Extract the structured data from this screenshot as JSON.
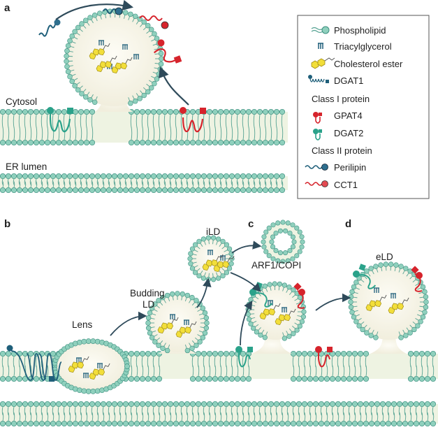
{
  "panels": {
    "a": "a",
    "b": "b",
    "c": "c",
    "d": "d"
  },
  "compartments": {
    "cytosol": "Cytosol",
    "er_lumen": "ER lumen"
  },
  "stages": {
    "lens": "Lens",
    "budding_1": "Budding",
    "budding_2": "LD",
    "ild": "iLD",
    "arf1_copi": "ARF1/COPI",
    "eld": "eLD"
  },
  "legend": {
    "items": [
      {
        "label": "Phospholipid",
        "icon": "phospholipid-icon"
      },
      {
        "label": "Triacylglycerol",
        "icon": "triacylglycerol-icon"
      },
      {
        "label": "Cholesterol ester",
        "icon": "cholesterol-ester-icon"
      },
      {
        "label": "DGAT1",
        "icon": "dgat1-icon"
      },
      {
        "label": "Class I protein",
        "icon": ""
      },
      {
        "label": "GPAT4",
        "icon": "gpat4-icon"
      },
      {
        "label": "DGAT2",
        "icon": "dgat2-icon"
      },
      {
        "label": "Class II protein",
        "icon": ""
      },
      {
        "label": "Perilipin",
        "icon": "perilipin-icon"
      },
      {
        "label": "CCT1",
        "icon": "cct1-icon"
      }
    ]
  },
  "colors": {
    "membrane_fill": "#eef3e2",
    "membrane_core": "#f7f5ea",
    "head": "#8fd0bd",
    "head_stroke": "#3c8f7f",
    "tail": "#56a393",
    "droplet": "#faf8ef",
    "tag_yellow": "#f2de3a",
    "tag_stroke": "#a08c14",
    "dgat1": "#1f5f7a",
    "gpat4": "#d6242c",
    "dgat2": "#2aa28a",
    "arrow": "#2e4a5a",
    "legend_border": "#555555"
  }
}
